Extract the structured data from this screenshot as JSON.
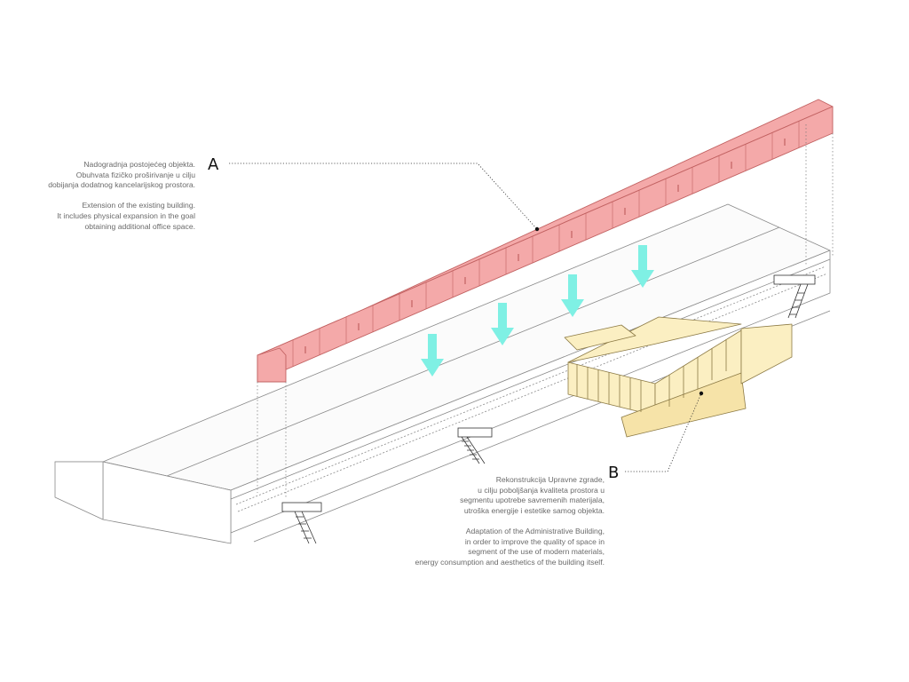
{
  "colors": {
    "background": "#ffffff",
    "line": "#8a8a8a",
    "extension_fill": "#f4a9a9",
    "extension_stroke": "#c26262",
    "admin_fill": "#fbefc2",
    "admin_stroke": "#8c7a45",
    "arrow": "#7ff0e4",
    "text": "#6a6a6a",
    "label": "#111111"
  },
  "icons": [
    "down-arrow-icon",
    "staircase-icon",
    "leader-dot-icon"
  ],
  "annotations": {
    "a": {
      "letter": "A",
      "local": [
        "Nadogradnja postojećeg objekta.",
        "Obuhvata fizičko proširivanje u cilju",
        "dobijanja dodatnog kancelarijskog  prostora."
      ],
      "english": [
        "Extension of the existing building.",
        "It includes physical expansion in the goal",
        "obtaining additional office space."
      ]
    },
    "b": {
      "letter": "B",
      "local": [
        "Rekonstrukcija Upravne zgrade,",
        "u cilju poboljšanja kvaliteta prostora u",
        "segmentu upotrebe savremenih materijala,",
        "utroška energije i estetike samog objekta."
      ],
      "english": [
        "Adaptation of the Administrative Building,",
        "in order to improve the quality of space in",
        "segment of the use of modern materials,",
        "energy consumption and aesthetics of the building itself."
      ]
    }
  }
}
